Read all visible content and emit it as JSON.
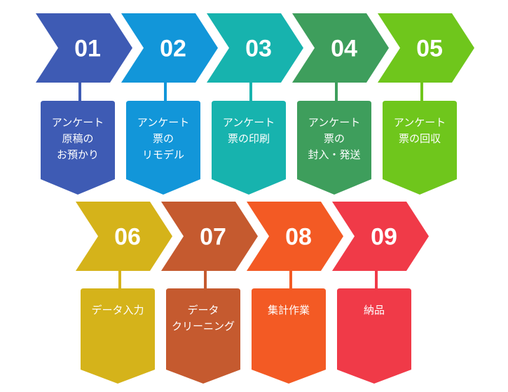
{
  "steps": [
    {
      "number": "01",
      "label": "アンケート\n原稿の\nお預かり",
      "color": "#3e5bb4"
    },
    {
      "number": "02",
      "label": "アンケート\n票の\nリモデル",
      "color": "#1296d9"
    },
    {
      "number": "03",
      "label": "アンケート\n票の印刷",
      "color": "#17b3ae"
    },
    {
      "number": "04",
      "label": "アンケート\n票の\n封入・発送",
      "color": "#3e9e5c"
    },
    {
      "number": "05",
      "label": "アンケート\n票の回収",
      "color": "#6fc61c"
    },
    {
      "number": "06",
      "label": "データ入力",
      "color": "#d5b31a"
    },
    {
      "number": "07",
      "label": "データ\nクリーニング",
      "color": "#c55a2f"
    },
    {
      "number": "08",
      "label": "集計作業",
      "color": "#f35a24"
    },
    {
      "number": "09",
      "label": "納品",
      "color": "#f03a48"
    }
  ]
}
